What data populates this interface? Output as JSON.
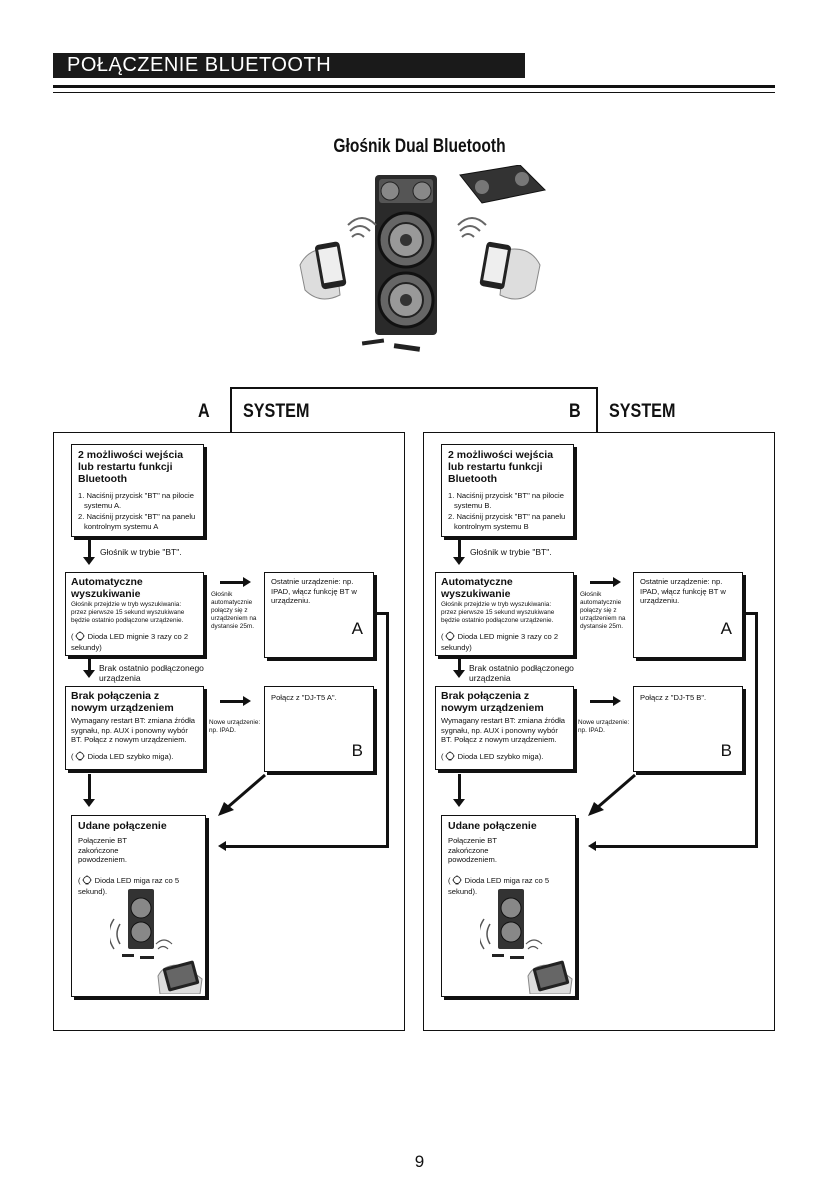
{
  "header": {
    "title": "POŁĄCZENIE BLUETOOTH"
  },
  "hero": {
    "title": "Głośnik Dual Bluetooth"
  },
  "systems": [
    {
      "letter": "A",
      "word": "SYSTEM",
      "step1": {
        "title": "2 możliwości wejścia lub restartu funkcji Bluetooth",
        "item1": "1. Naciśnij przycisk \"BT\" na pilocie systemu A.",
        "item2": "2. Naciśnij przycisk \"BT\"  na panelu kontrolnym systemu A"
      },
      "arrow1": "Głośnik w trybie \"BT\".",
      "step2": {
        "title": "Automatyczne wyszukiwanie",
        "text": "Głośnik przejdzie w tryb wyszukiwania: przez pierwsze 15 sekund wyszukiwane będzie ostatnio podłączone urządzenie.",
        "led": "Dioda LED mignie 3 razy co 2 sekundy)"
      },
      "side1": "Głośnik automatycznie połączy się z urządzeniem na dystansie 25m.",
      "result1": {
        "text": "Ostatnie urządzenie: np. IPAD, włącz funkcję BT w urządzeniu.",
        "tag": "A"
      },
      "arrow2": "Brak ostatnio podłączonego urządzenia",
      "step3": {
        "title": "Brak połączenia z nowym urządzeniem",
        "text": "Wymagany restart BT: zmiana źródła sygnału, np. AUX  i ponowny wybór BT.  Połącz z nowym urządzeniem.",
        "led": "Dioda LED szybko miga)."
      },
      "side2": "Nowe urządzenie: np. IPAD.",
      "result2": {
        "text": "Połącz z    \"DJ-T5 A\".",
        "tag": "B"
      },
      "step4": {
        "title": "Udane połączenie",
        "text": "Połączenie BT zakończone powodzeniem.",
        "led": "Dioda LED miga raz co 5 sekund)."
      }
    },
    {
      "letter": "B",
      "word": "SYSTEM",
      "step1": {
        "title": "2 możliwości wejścia lub restartu funkcji Bluetooth",
        "item1": "1. Naciśnij przycisk \"BT\" na pilocie systemu B.",
        "item2": "2. Naciśnij przycisk \"BT\"  na panelu kontrolnym systemu B"
      },
      "arrow1": "Głośnik w trybie \"BT\".",
      "step2": {
        "title": "Automatyczne wyszukiwanie",
        "text": "Głośnik przejdzie w tryb wyszukiwania: przez pierwsze 15 sekund wyszukiwane będzie ostatnio podłączone urządzenie.",
        "led": "Dioda LED mignie 3 razy co 2 sekundy)"
      },
      "side1": "Głośnik automatycznie połączy się z urządzeniem na dystansie 25m.",
      "result1": {
        "text": "Ostatnie urządzenie: np. IPAD, włącz funkcję BT w urządzeniu.",
        "tag": "A"
      },
      "arrow2": "Brak ostatnio podłączonego urządzenia",
      "step3": {
        "title": "Brak połączenia z nowym urządzeniem",
        "text": "Wymagany restart BT: zmiana źródła sygnału, np. AUX  i ponowny wybór BT.  Połącz z nowym urządzeniem.",
        "led": "Dioda LED szybko miga)."
      },
      "side2": "Nowe urządzenie: np. IPAD.",
      "result2": {
        "text": "Połącz z    \"DJ-T5 B\".",
        "tag": "B"
      },
      "step4": {
        "title": "Udane połączenie",
        "text": "Połączenie BT zakończone powodzeniem.",
        "led": "Dioda LED miga raz co 5 sekund)."
      }
    }
  ],
  "footer": {
    "page_number": "9"
  }
}
